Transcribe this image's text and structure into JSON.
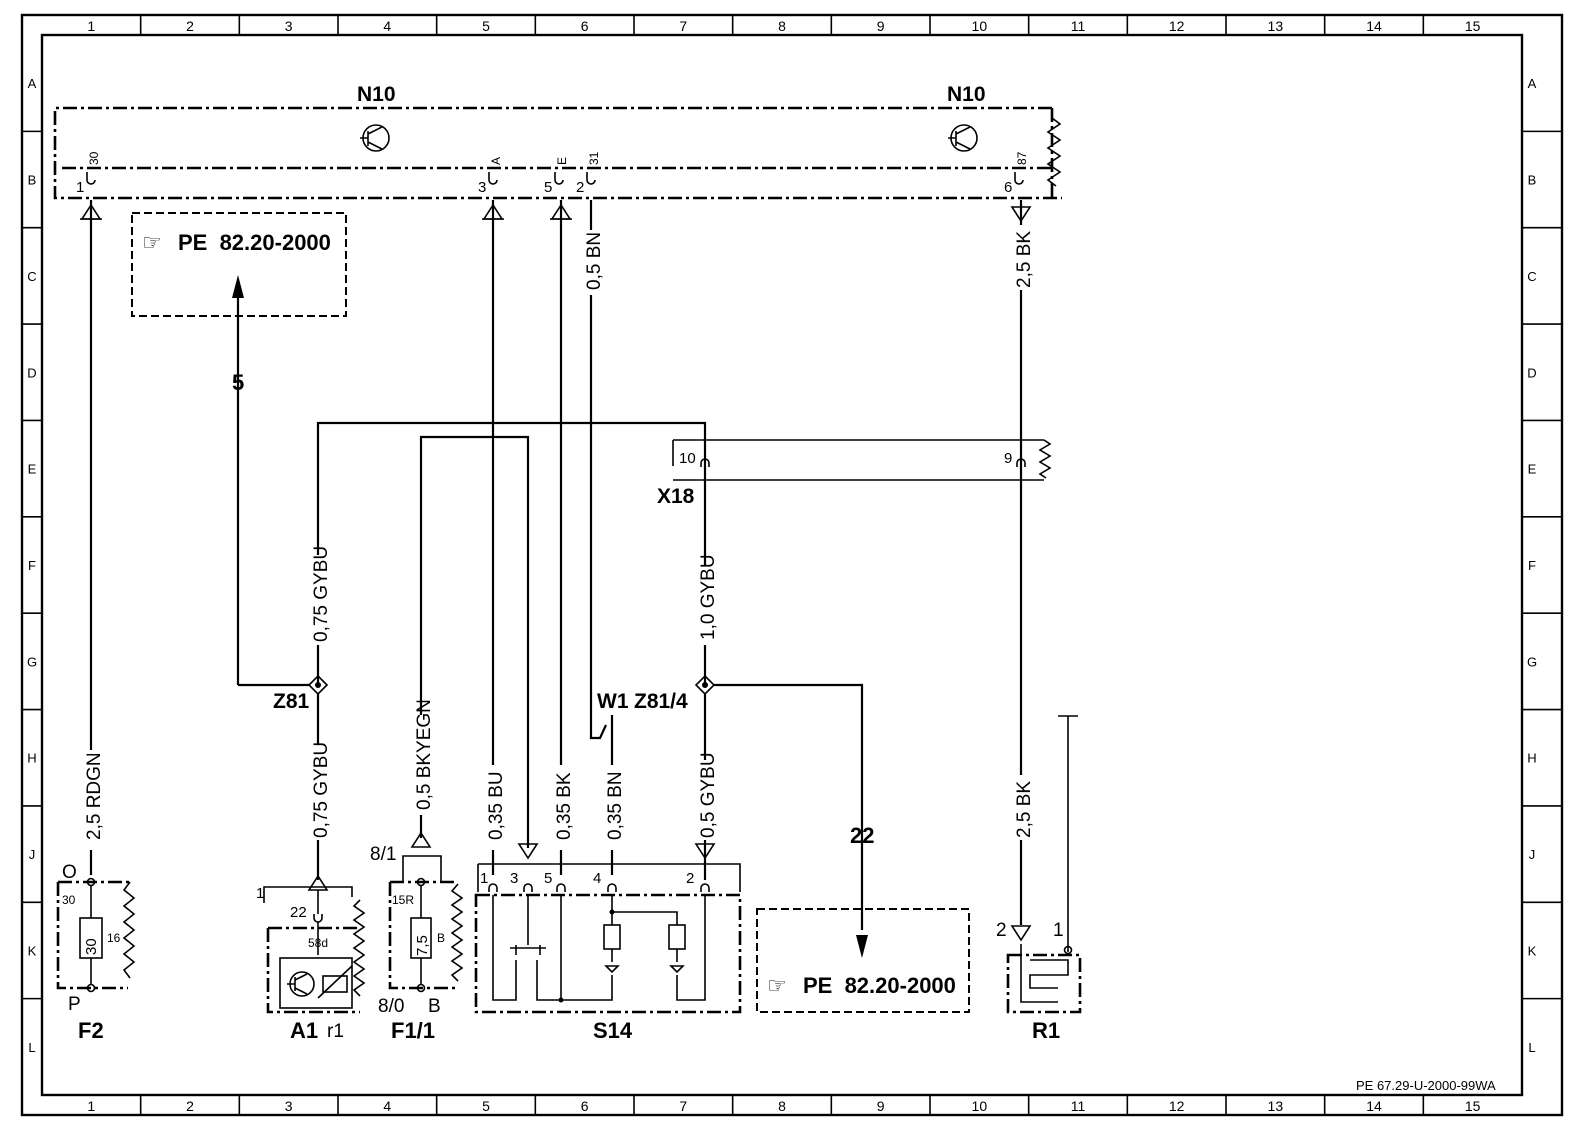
{
  "frame": {
    "columns": [
      "1",
      "2",
      "3",
      "4",
      "5",
      "6",
      "7",
      "8",
      "9",
      "10",
      "11",
      "12",
      "13",
      "14",
      "15"
    ],
    "rows": [
      "A",
      "B",
      "C",
      "D",
      "E",
      "F",
      "G",
      "H",
      "J",
      "K",
      "L"
    ]
  },
  "components": {
    "n10_left": "N10",
    "n10_right": "N10",
    "x18": "X18",
    "z81": "Z81",
    "z81_4": "Z81/4",
    "w1": "W1",
    "f2": "F2",
    "a1": "A1",
    "a1_r1": "r1",
    "f1_1": "F1/1",
    "f1_1_b": "B",
    "s14": "S14",
    "r1": "R1"
  },
  "n10_pins": {
    "pin30": "30",
    "pin30_num": "1",
    "pinA": "A",
    "pinA_num": "3",
    "pinE": "E",
    "pinE_num": "5",
    "pin31": "31",
    "pin31_num": "2",
    "pin87": "87",
    "pin87_num": "6"
  },
  "x18_pins": {
    "p10": "10",
    "p9": "9"
  },
  "wires": {
    "w_rdgn": "2,5 RDGN",
    "w_gybu_top": "0,75 GYBU",
    "w_gybu_bot": "0,75 GYBU",
    "w_bkyegn": "0,5 BKYEGN",
    "w_bu": "0,35 BU",
    "w_bk_035": "0,35 BK",
    "w_bn_035": "0,35 BN",
    "w_bn_05": "0,5 BN",
    "w_gybu_05": "0,5 GYBU",
    "w_gybu_10": "1,0 GYBU",
    "w_bk_top": "2,5 BK",
    "w_bk_bot": "2,5 BK"
  },
  "references": {
    "ref_top": "PE  82.20-2000",
    "ref_bottom": "PE  82.20-2000",
    "arrow5": "5",
    "arrow22": "22"
  },
  "f2_pins": {
    "o": "O",
    "p30": "30",
    "fuse": "30",
    "p16": "16",
    "p": "P"
  },
  "a1_pins": {
    "p1": "1",
    "p22": "22",
    "p58d": "58d"
  },
  "f1_1_pins": {
    "p81": "8/1",
    "p15r": "15R",
    "fuse": "7,5",
    "b_in": "B",
    "p80": "8/0"
  },
  "s14_pins": {
    "p1": "1",
    "p3": "3",
    "p5": "5",
    "p4": "4",
    "p2": "2"
  },
  "r1_pins": {
    "p2": "2",
    "p1": "1"
  },
  "doc_code": "PE 67.29-U-2000-99WA"
}
